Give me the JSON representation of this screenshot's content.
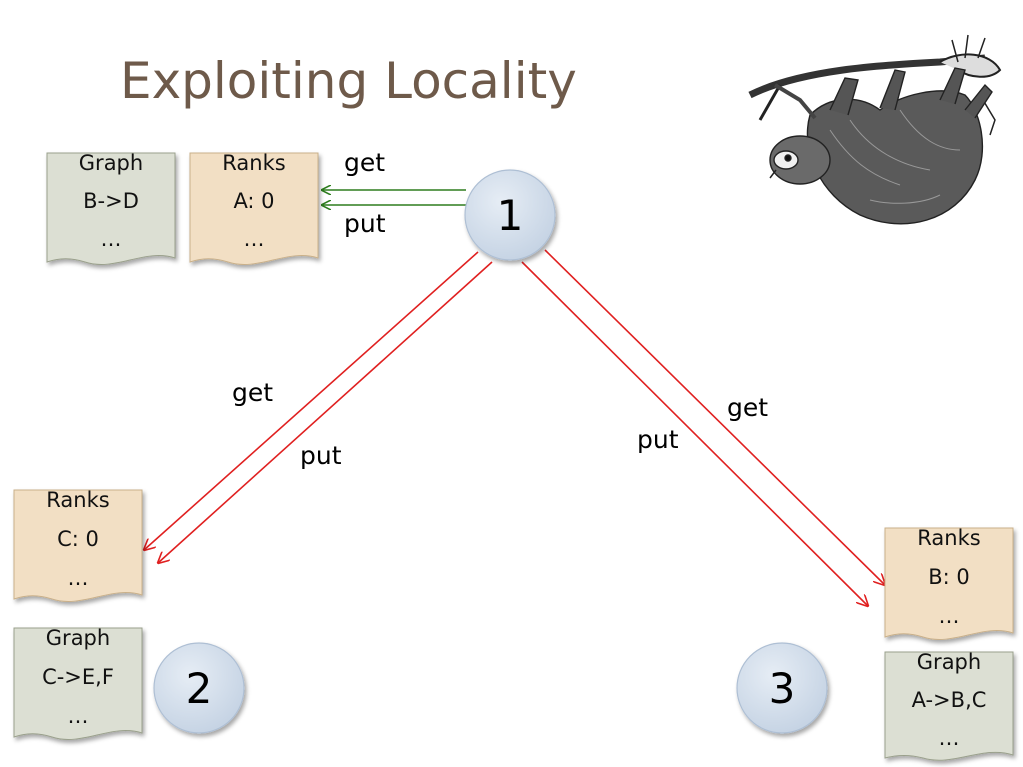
{
  "slide": {
    "title": "Exploiting Locality"
  },
  "colors": {
    "graph_fill": "#dcdfd3",
    "ranks_fill": "#f2dfc4",
    "node_fill": "#d3dde9",
    "green_arrow": "#2e7d1e",
    "red_arrow": "#e02020"
  },
  "nodes": [
    {
      "label": "1"
    },
    {
      "label": "2"
    },
    {
      "label": "3"
    }
  ],
  "docs": {
    "node1_graph": {
      "lines": [
        "Graph",
        "B->D",
        "…"
      ]
    },
    "node1_ranks": {
      "lines": [
        "Ranks",
        "A: 0",
        "…"
      ]
    },
    "node2_ranks": {
      "lines": [
        "Ranks",
        "C: 0",
        "…"
      ]
    },
    "node2_graph": {
      "lines": [
        "Graph",
        "C->E,F",
        "…"
      ]
    },
    "node3_ranks": {
      "lines": [
        "Ranks",
        "B: 0",
        "…"
      ]
    },
    "node3_graph": {
      "lines": [
        "Graph",
        "A->B,C",
        "…"
      ]
    }
  },
  "labels": {
    "local_get": "get",
    "local_put": "put",
    "left_get": "get",
    "left_put": "put",
    "right_get": "get",
    "right_put": "put"
  },
  "illustration": {
    "icon": "sloth-icon"
  }
}
